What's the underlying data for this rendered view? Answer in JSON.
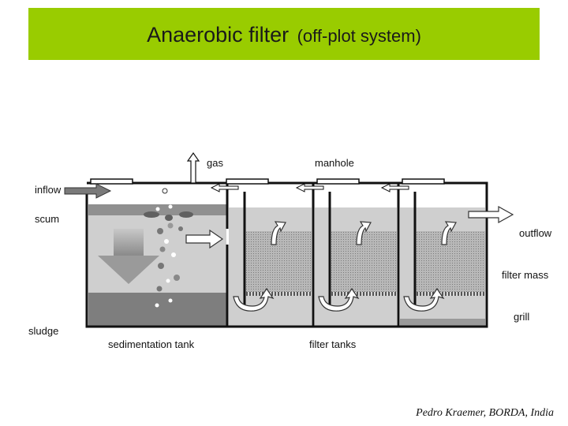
{
  "title": {
    "main": "Anaerobic filter",
    "sub": "(off-plot system)"
  },
  "labels": {
    "gas": "gas",
    "manhole": "manhole",
    "inflow": "inflow",
    "scum": "scum",
    "outflow": "outflow",
    "filter_mass": "filter mass",
    "grill": "grill",
    "sludge": "sludge",
    "sedimentation_tank": "sedimentation tank",
    "filter_tanks": "filter tanks"
  },
  "credit": "Pedro Kraemer, BORDA, India",
  "colors": {
    "title_bar": "#99cc00"
  }
}
